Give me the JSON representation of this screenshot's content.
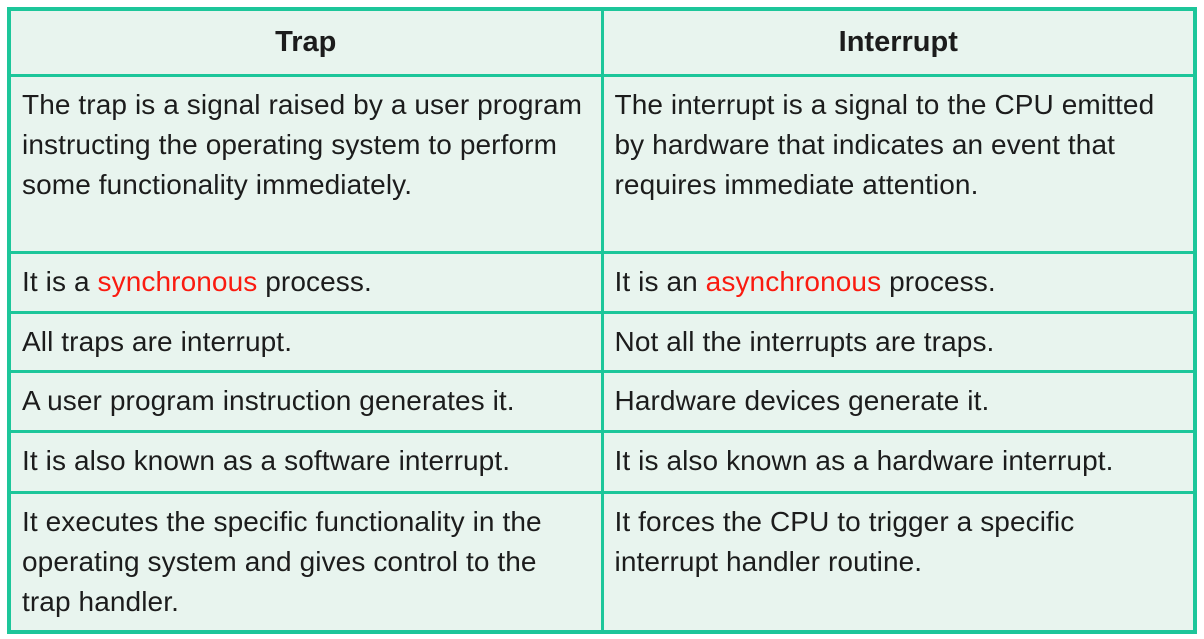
{
  "colors": {
    "border": "#1cc69a",
    "cell_bg": "#e8f4ee",
    "text": "#1c1c1c",
    "highlight": "#fa1b10",
    "page_bg": "#ffffff"
  },
  "table": {
    "headers": [
      {
        "label": "Trap"
      },
      {
        "label": "Interrupt"
      }
    ],
    "rows": [
      {
        "trap": [
          {
            "text": "The trap is a signal raised by a user program instructing the operating system to perform some functionality immediately."
          }
        ],
        "interrupt": [
          {
            "text": "The interrupt is a signal to the CPU emitted by hardware that indicates an event that requires immediate attention."
          }
        ]
      },
      {
        "trap": [
          {
            "text": "It is a "
          },
          {
            "text": "synchronous",
            "highlight": true
          },
          {
            "text": " process."
          }
        ],
        "interrupt": [
          {
            "text": "It is an "
          },
          {
            "text": "asynchronous",
            "highlight": true
          },
          {
            "text": " process."
          }
        ]
      },
      {
        "trap": [
          {
            "text": "All traps are interrupt."
          }
        ],
        "interrupt": [
          {
            "text": "Not all the interrupts are traps."
          }
        ]
      },
      {
        "trap": [
          {
            "text": "A user program instruction generates it."
          }
        ],
        "interrupt": [
          {
            "text": "Hardware devices generate it."
          }
        ]
      },
      {
        "trap": [
          {
            "text": "It is also known as a software interrupt."
          }
        ],
        "interrupt": [
          {
            "text": "It is also known as a hardware interrupt."
          }
        ]
      },
      {
        "trap": [
          {
            "text": "It executes the specific functionality in the operating system and gives control to the trap handler."
          }
        ],
        "interrupt": [
          {
            "text": "It forces the CPU to trigger a specific interrupt handler routine."
          }
        ]
      }
    ]
  }
}
